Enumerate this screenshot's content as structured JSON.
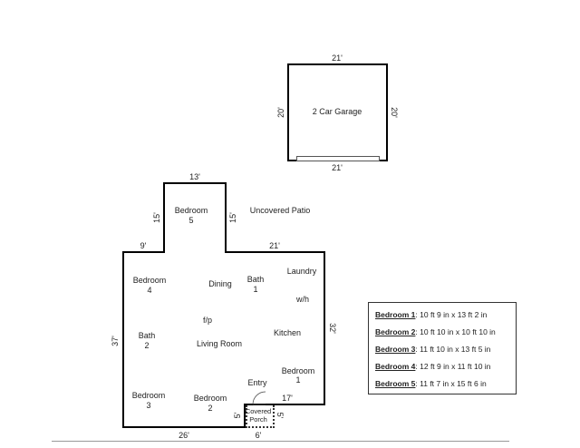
{
  "garage": {
    "label": "2 Car Garage",
    "dim_top": "21'",
    "dim_bottom": "21'",
    "dim_left": "20'",
    "dim_right": "20'"
  },
  "house": {
    "dims": {
      "bed5_top": "13'",
      "bed5_left": "15'",
      "bed5_right": "15'",
      "left_step": "9'",
      "right_step": "21'",
      "left_side": "37'",
      "right_side": "32'",
      "bottom_left": "26'",
      "bottom_porch": "6'",
      "porch_side_left": "5'",
      "porch_side_right": "5'",
      "entry_right": "17'"
    },
    "rooms": {
      "bedroom5_a": "Bedroom",
      "bedroom5_b": "5",
      "patio": "Uncovered Patio",
      "bedroom4_a": "Bedroom",
      "bedroom4_b": "4",
      "dining": "Dining",
      "bath1_a": "Bath",
      "bath1_b": "1",
      "laundry": "Laundry",
      "wh": "w/h",
      "fp": "f/p",
      "bath2_a": "Bath",
      "bath2_b": "2",
      "living": "Living Room",
      "kitchen": "Kitchen",
      "bedroom1_a": "Bedroom",
      "bedroom1_b": "1",
      "entry": "Entry",
      "bedroom3_a": "Bedroom",
      "bedroom3_b": "3",
      "bedroom2_a": "Bedroom",
      "bedroom2_b": "2",
      "porch_a": "Covered",
      "porch_b": "Porch"
    }
  },
  "legend": [
    {
      "key": "Bedroom 1",
      "value": ": 10 ft 9 in x 13 ft 2 in"
    },
    {
      "key": "Bedroom 2",
      "value": ": 10 ft 10 in x 10 ft 10 in"
    },
    {
      "key": "Bedroom 3",
      "value": ": 11 ft 10 in x 13 ft 5 in"
    },
    {
      "key": "Bedroom 4",
      "value": ": 12 ft 9 in x 11 ft 10 in"
    },
    {
      "key": "Bedroom 5",
      "value": ": 11 ft 7 in x 15 ft 6 in"
    }
  ]
}
